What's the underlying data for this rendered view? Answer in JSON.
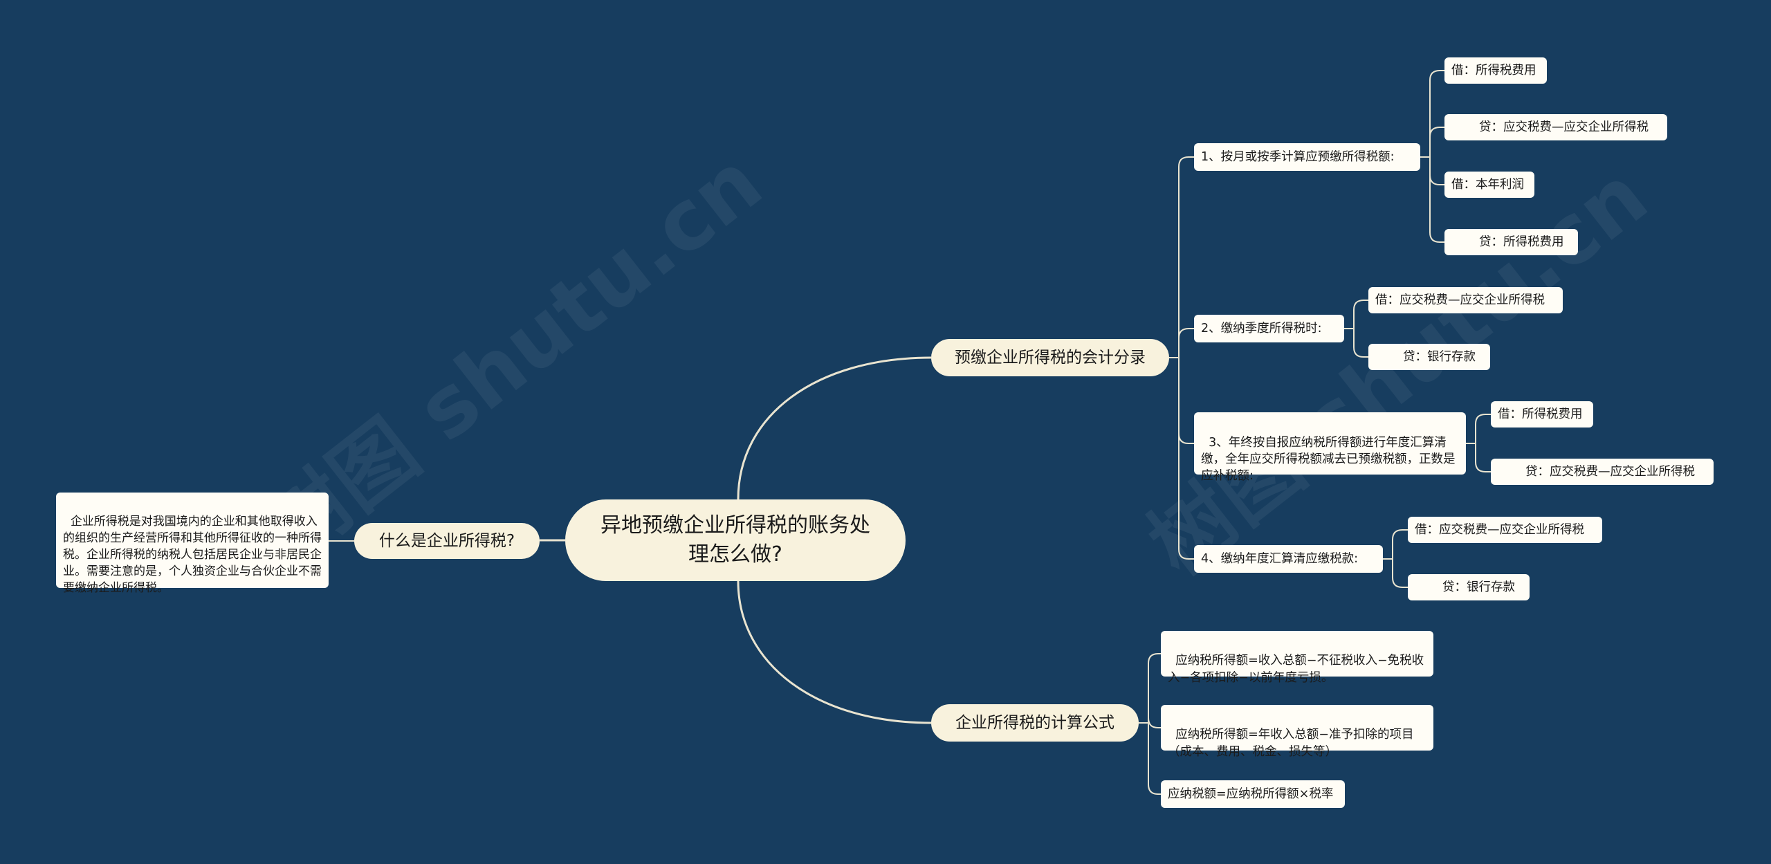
{
  "root": "异地预缴企业所得税的账务处理怎么做?",
  "left_branch": {
    "label": "什么是企业所得税?",
    "detail": "企业所得税是对我国境内的企业和其他取得收入的组织的生产经营所得和其他所得征收的一种所得税。企业所得税的纳税人包括居民企业与非居民企业。需要注意的是，个人独资企业与合伙企业不需要缴纳企业所得税。"
  },
  "branch_entries": {
    "label": "预缴企业所得税的会计分录",
    "items": [
      {
        "label": "1、按月或按季计算应预缴所得税额:",
        "children": [
          "借：所得税费用",
          "贷：应交税费—应交企业所得税",
          "借：本年利润",
          "贷：所得税费用"
        ]
      },
      {
        "label": "2、缴纳季度所得税时:",
        "children": [
          "借：应交税费—应交企业所得税",
          "贷：银行存款"
        ]
      },
      {
        "label": "3、年终按自报应纳税所得额进行年度汇算清缴，全年应交所得税额减去已预缴税额，正数是应补税额:",
        "children": [
          "借：所得税费用",
          "贷：应交税费—应交企业所得税"
        ]
      },
      {
        "label": "4、缴纳年度汇算清应缴税款:",
        "children": [
          "借：应交税费—应交企业所得税",
          "贷：银行存款"
        ]
      }
    ]
  },
  "branch_formula": {
    "label": "企业所得税的计算公式",
    "items": [
      "应纳税所得额=收入总额−不征税收入−免税收入−各项扣除−以前年度亏损。",
      "应纳税所得额=年收入总额−准予扣除的项目（成本、费用、税金、损失等）",
      "应纳税额=应纳税所得额×税率"
    ]
  },
  "colors": {
    "background": "#173d5f",
    "node_fill": "#f8f2dd",
    "leaf_fill": "#fffdf6",
    "line": "#e9e4d0"
  }
}
